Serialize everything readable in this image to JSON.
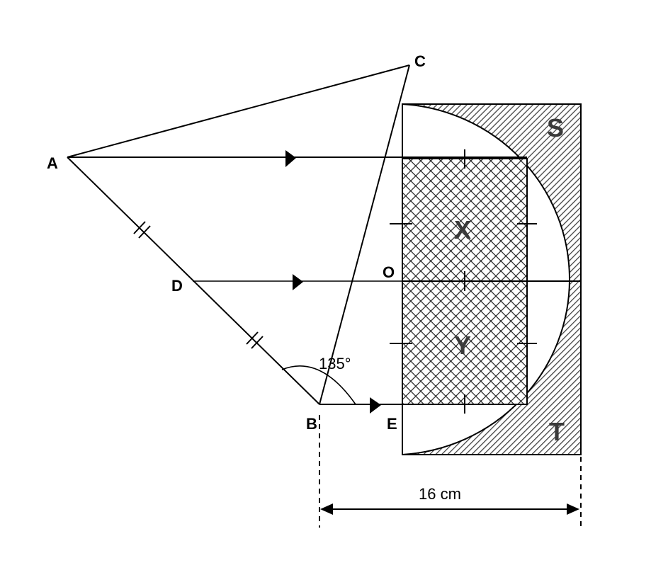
{
  "labels": {
    "A": "A",
    "B": "B",
    "C": "C",
    "D": "D",
    "E": "E",
    "O": "O",
    "S": "S",
    "T": "T",
    "X": "X",
    "Y": "Y"
  },
  "angle_label": "135°",
  "dimension_label": "16 cm",
  "colors": {
    "shaded_region": "#555555",
    "crosshatch": "#333333",
    "stroke": "#000000"
  }
}
